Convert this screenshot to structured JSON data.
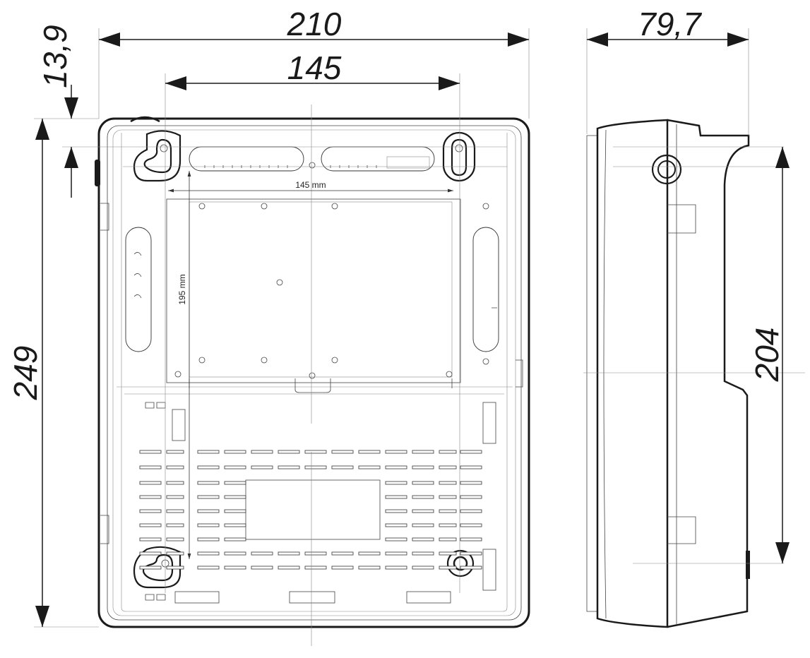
{
  "dimensions": {
    "overall_width": "210",
    "hole_spacing_horizontal": "145",
    "hole_offset_top": "13,9",
    "overall_height": "249",
    "depth": "79,7",
    "hole_spacing_vertical": "204",
    "inner_label_horizontal": "145 mm",
    "inner_label_vertical": "195 mm"
  }
}
